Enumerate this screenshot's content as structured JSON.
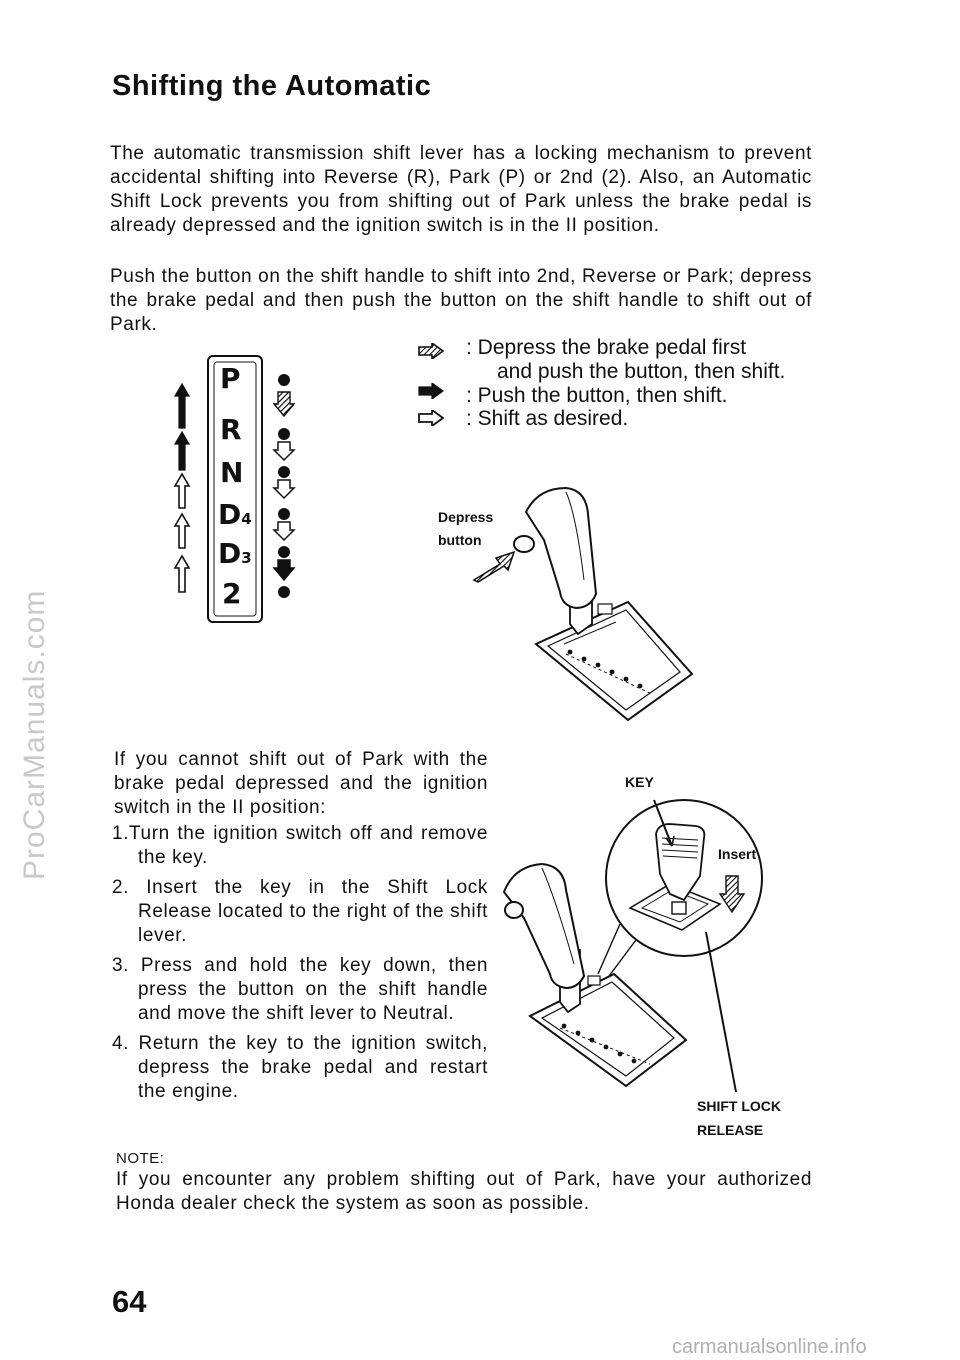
{
  "title": "Shifting the Automatic",
  "para1": "The automatic transmission shift lever has a locking mechanism to prevent accidental shifting into Reverse (R), Park (P) or 2nd (2). Also, an Automatic Shift Lock prevents you from shifting out of Park unless the brake pedal is already depressed and the ignition switch is in the II position.",
  "para2": "Push the button on the shift handle to shift into 2nd, Reverse or Park; depress the brake pedal and then push the button on the shift handle to shift out of Park.",
  "legend": {
    "item1_line1": ": Depress the brake pedal first",
    "item1_line2": "and push the button, then shift.",
    "item2": ": Push the button, then shift.",
    "item3": ": Shift as desired."
  },
  "gate": {
    "positions": [
      "P",
      "R",
      "N",
      "D",
      "D",
      "2"
    ],
    "subscripts": [
      "4",
      "3"
    ]
  },
  "figure1": {
    "label_line1": "Depress",
    "label_line2": "button"
  },
  "figure2": {
    "key_label": "KEY",
    "insert_label": "Insert",
    "release_line1": "SHIFT LOCK",
    "release_line2": "RELEASE"
  },
  "steps": {
    "intro": "If you cannot shift out of Park with the brake pedal depressed and the ignition switch in the II position:",
    "items": [
      "1.Turn the ignition switch off and remove the key.",
      "2. Insert the key in the Shift Lock Release located to the right of the shift lever.",
      "3. Press and hold the key down, then press the button on the shift handle and move the shift lever to Neutral.",
      "4. Return the key to the ignition switch, depress the brake pedal and restart the engine."
    ]
  },
  "note": {
    "label": "NOTE:",
    "text": "If you encounter any problem shifting out of Park, have your authorized Honda dealer check the system as soon as possible."
  },
  "page_number": "64",
  "watermarks": {
    "side": "ProCarManuals.com",
    "bottom": "carmanualsonline.info"
  }
}
